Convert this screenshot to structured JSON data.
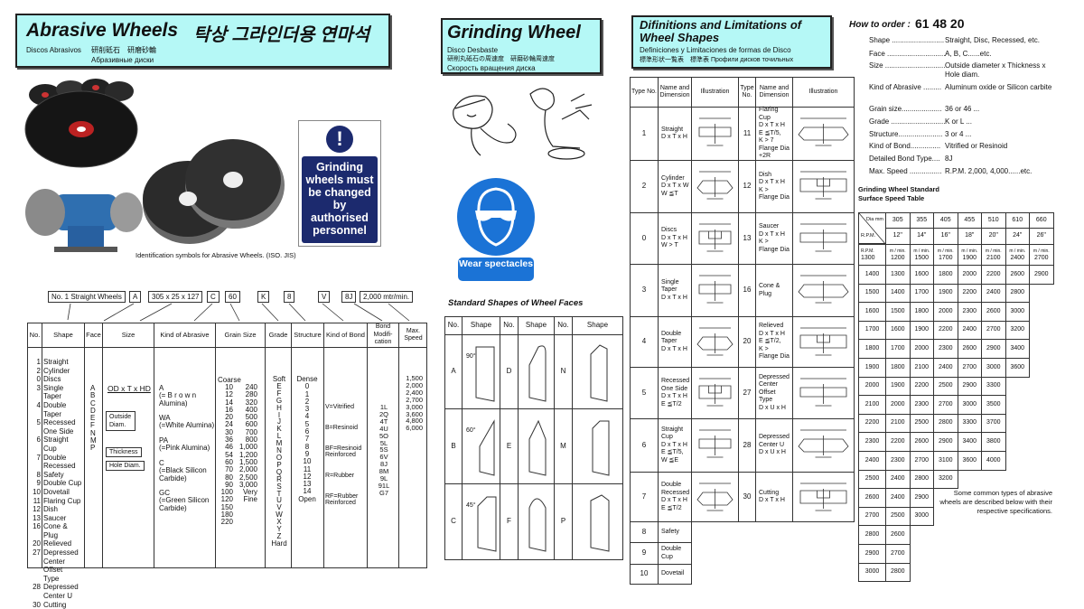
{
  "left": {
    "title": "Abrasive Wheels",
    "title_korean": "탁상 그라인더용 연마석",
    "sub_es": "Discos Abrasivos",
    "sub_cn": "研削砥石　研磨砂輪",
    "sub_ru": "Абразивные диски",
    "caption": "Identification symbols for Abrasive Wheels. (ISO. JIS)",
    "sign": {
      "text": "Grinding wheels must be changed by authorised personnel",
      "color": "#1c2a6e"
    },
    "order_example": [
      "No. 1 Straight Wheels",
      "A",
      "305 x 25 x 127",
      "C",
      "60",
      "K",
      "8",
      "V",
      "8J",
      "2,000 mtr/min."
    ],
    "table": {
      "headers": [
        "No.",
        "Shape",
        "Face",
        "Size",
        "Kind of Abrasive",
        "Grain Size",
        "Grade",
        "Structure",
        "Kind of Bond",
        "Bond Modifi-cation",
        "Max. Speed"
      ],
      "no_col": "1\n2\n0\n3\n\n4\n\n5\n\n6\n\n7\n\n8\n9\n10\n11\n12\n13\n16\n\n20\n27\n\n\n\n28\n\n30",
      "shape_col": "Straight\nCylinder\nDiscs\nSingle\n  Taper\nDouble\n  Taper\nRecessed\n  One Side\nStraight\n  Cup\nDouble\n  Recessed\nSafety\nDouble Cup\nDovetail\nFlaring Cup\nDish\nSaucer\nCone &\n  Plug\nRelieved\nDepressed\n  Center\n  Offset\n  Type\nDepressed\n  Center U\nCutting",
      "face_col": "A\nB\nC\nD\nE\nF\nN\nM\nP",
      "size_formula": "OD x T x HD",
      "size_labels": [
        "Outside Diam.",
        "Thickness",
        "Hole Diam."
      ],
      "abrasive_col": "A\n(= B r o w n\nAlumina)\n\nWA\n(=White Alumina)\n\nPA\n(=Pink Alumina)\n\nC\n(=Black Silicon\n  Carbide)\n\nGC\n(=Green Silicon\n  Carbide)",
      "grain_title": "Coarse",
      "grain_col1": "10\n12\n14\n16\n20\n24\n30\n36\n46\n54\n60\n70\n80\n90\n100\n120\n150\n180\n220",
      "grain_col2": "240\n280\n320\n400\n500\n600\n700\n800\n1,000\n1,200\n1,500\n2,000\n2,500\n3,000\nVery\nFine",
      "grade_col": "Soft\nE\nF\nG\nH\nI\nJ\nK\nL\nM\nN\nO\nP\nQ\nR\nS\nT\nU\nV\nW\nX\nY\nZ\nHard",
      "structure_col": "Dense\n0\n1\n2\n3\n4\n5\n6\n7\n8\n9\n10\n11\n12\n13\n14\nOpen",
      "bond_col": "V=Vitrified\n\n\nB=Resinoid\n\n\nBF=Resinoid\n  Reinforced\n\n\nR=Rubber\n\n\nRF=Rubber\n  Reinforced",
      "bondmod_col": "1L\n2Q\n4T\n4U\n5O\n5L\n5S\n6V\n8J\n8M\n9L\n91L\nG7",
      "speed_col": "1,500\n2,000\n2,400\n2,700\n3,000\n3,600\n4,800\n6,000"
    }
  },
  "middle": {
    "title": "Grinding Wheel",
    "sub_es": "Disco Desbaste",
    "sub_cn": "研削丸砥石の周速度　研磨砂輪周速度",
    "sub_ru": "Скорость вращения диска",
    "sign": {
      "text": "Wear spectacles",
      "color": "#1b73d6"
    },
    "faces_title": "Standard Shapes of Wheel Faces",
    "faces_headers": [
      "No.",
      "Shape",
      "No.",
      "Shape",
      "No.",
      "Shape"
    ],
    "faces": [
      [
        "A",
        "D",
        "N"
      ],
      [
        "B",
        "E",
        "M"
      ],
      [
        "C",
        "F",
        "P"
      ]
    ],
    "angles": [
      "90°",
      "60°",
      "45°"
    ]
  },
  "definitions": {
    "title": "Difinitions and Limitations of Wheel Shapes",
    "sub_es": "Definiciones y Limitaciones de formas de Disco",
    "sub_cn": "標準形状一覧表　標準表 Профили дисков точильных",
    "headers": [
      "Type No.",
      "Name and Dimension",
      "Illustration",
      "Type No.",
      "Name and Dimension",
      "Illustration"
    ],
    "rows": [
      {
        "l_no": "1",
        "l_name": "Straight\nD x T x H",
        "r_no": "11",
        "r_name": "Flaring\nCup\nD x T x H\nE ≦T/5,\nK > 7\nFlange Dia\n+2R"
      },
      {
        "l_no": "2",
        "l_name": "Cylinder\nD x T x W\nW ≦T",
        "r_no": "12",
        "r_name": "Dish\nD x T x H\nK >\nFlange Dia"
      },
      {
        "l_no": "0",
        "l_name": "Discs\nD x T x H\nW > T",
        "r_no": "13",
        "r_name": "Saucer\nD x T x H\nK >\nFlange Dia"
      },
      {
        "l_no": "3",
        "l_name": "Single\nTaper\nD x T x H",
        "r_no": "16",
        "r_name": "Cone &\nPlug"
      },
      {
        "l_no": "4",
        "l_name": "Double\nTaper\nD x T x H",
        "r_no": "20",
        "r_name": "Relieved\nD x T x H\nE ≦T/2,\nK >\nFlange Dia"
      },
      {
        "l_no": "5",
        "l_name": "Recessed\nOne Side\nD x T x H\nE ≦T/2",
        "r_no": "27",
        "r_name": "Depressed\nCenter\nOffset\nType\nD x U x H"
      },
      {
        "l_no": "6",
        "l_name": "Straight\nCup\nD x T x H\nE ≦T/5,\nW ≦E",
        "r_no": "28",
        "r_name": "Depressed\nCenter U\nD x U x H"
      },
      {
        "l_no": "7",
        "l_name": "Double\nRecessed\nD x T x H\nE ≦T/2",
        "r_no": "30",
        "r_name": "Cutting\nD x T x H"
      },
      {
        "l_no": "8",
        "l_name": "Safety"
      },
      {
        "l_no": "9",
        "l_name": "Double\nCup"
      },
      {
        "l_no": "10",
        "l_name": "Dovetail"
      }
    ]
  },
  "order": {
    "title": "How to order :",
    "code": "61 48 20",
    "items": [
      {
        "k": "Shape ..........................",
        "v": "Straight, Disc, Recessed, etc."
      },
      {
        "k": "Face .............................",
        "v": "A, B, C......etc."
      },
      {
        "k": "Size ..............................",
        "v": "Outside diameter x Thickness x Hole diam."
      },
      {
        "k": "Kind of Abrasive .........",
        "v": "Aluminum oxide or Silicon carbite"
      },
      {
        "k": "Grain size....................",
        "v": "36 or 46 ..."
      },
      {
        "k": "Grade ...........................",
        "v": "K or L ..."
      },
      {
        "k": "Structure......................",
        "v": "3 or 4 ..."
      },
      {
        "k": "Kind of Bond...............",
        "v": "Vitrified or Resinoid"
      },
      {
        "k": "Detailed Bond Type....",
        "v": "8J"
      },
      {
        "k": "Max. Speed ................",
        "v": "R.P.M. 2,000, 4,000......etc."
      }
    ]
  },
  "speed_table": {
    "title": "Grinding Wheel Standard\nSurface Speed Table",
    "corner_top": "Dia mm",
    "corner_bottom": "R.P.M.",
    "dia_mm": [
      "305",
      "355",
      "405",
      "455",
      "510",
      "610",
      "660"
    ],
    "dia_in": [
      "12\"",
      "14\"",
      "16\"",
      "18\"",
      "20\"",
      "24\"",
      "26\""
    ],
    "unit": "m / min.",
    "rpm_label": "R.P.M.",
    "rows": [
      [
        "1300",
        "1200",
        "1500",
        "1700",
        "1900",
        "2100",
        "2400",
        "2700"
      ],
      [
        "1400",
        "1300",
        "1600",
        "1800",
        "2000",
        "2200",
        "2600",
        "2900"
      ],
      [
        "1500",
        "1400",
        "1700",
        "1900",
        "2200",
        "2400",
        "2800"
      ],
      [
        "1600",
        "1500",
        "1800",
        "2000",
        "2300",
        "2600",
        "3000"
      ],
      [
        "1700",
        "1600",
        "1900",
        "2200",
        "2400",
        "2700",
        "3200"
      ],
      [
        "1800",
        "1700",
        "2000",
        "2300",
        "2600",
        "2900",
        "3400"
      ],
      [
        "1900",
        "1800",
        "2100",
        "2400",
        "2700",
        "3000",
        "3600"
      ],
      [
        "2000",
        "1900",
        "2200",
        "2500",
        "2900",
        "3300"
      ],
      [
        "2100",
        "2000",
        "2300",
        "2700",
        "3000",
        "3500"
      ],
      [
        "2200",
        "2100",
        "2500",
        "2800",
        "3300",
        "3700"
      ],
      [
        "2300",
        "2200",
        "2600",
        "2900",
        "3400",
        "3800"
      ],
      [
        "2400",
        "2300",
        "2700",
        "3100",
        "3600",
        "4000"
      ],
      [
        "2500",
        "2400",
        "2800",
        "3200"
      ],
      [
        "2600",
        "2400",
        "2900"
      ],
      [
        "2700",
        "2500",
        "3000"
      ],
      [
        "2800",
        "2600"
      ],
      [
        "2900",
        "2700"
      ],
      [
        "3000",
        "2800"
      ]
    ],
    "note": "Some common types of abrasive wheels are described below with their respective specifications."
  }
}
